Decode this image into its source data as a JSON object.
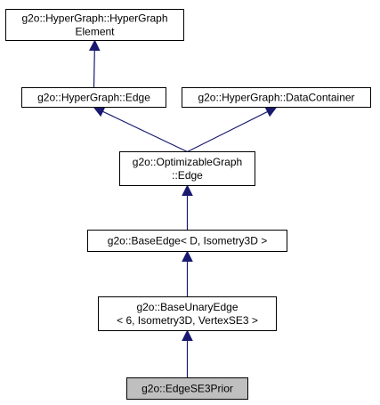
{
  "colors": {
    "edge": "#191970",
    "highlight_fill": "#bfbfbf",
    "border": "#000000",
    "background": "#ffffff"
  },
  "nodes": [
    {
      "id": "hypergraph-element",
      "lines": [
        "g2o::HyperGraph::HyperGraph",
        "Element"
      ]
    },
    {
      "id": "hypergraph-edge",
      "lines": [
        "g2o::HyperGraph::Edge"
      ]
    },
    {
      "id": "hypergraph-datacontainer",
      "lines": [
        "g2o::HyperGraph::DataContainer"
      ]
    },
    {
      "id": "optimizablegraph-edge",
      "lines": [
        "g2o::OptimizableGraph",
        "::Edge"
      ]
    },
    {
      "id": "baseedge",
      "lines": [
        "g2o::BaseEdge< D, Isometry3D >"
      ]
    },
    {
      "id": "baseunaryedge",
      "lines": [
        "g2o::BaseUnaryEdge",
        "< 6, Isometry3D, VertexSE3 >"
      ]
    },
    {
      "id": "edgese3prior",
      "lines": [
        "g2o::EdgeSE3Prior"
      ],
      "highlighted": true
    }
  ],
  "edges": [
    {
      "from": "hypergraph-edge",
      "to": "hypergraph-element"
    },
    {
      "from": "optimizablegraph-edge",
      "to": "hypergraph-edge"
    },
    {
      "from": "optimizablegraph-edge",
      "to": "hypergraph-datacontainer"
    },
    {
      "from": "baseedge",
      "to": "optimizablegraph-edge"
    },
    {
      "from": "baseunaryedge",
      "to": "baseedge"
    },
    {
      "from": "edgese3prior",
      "to": "baseunaryedge"
    }
  ]
}
